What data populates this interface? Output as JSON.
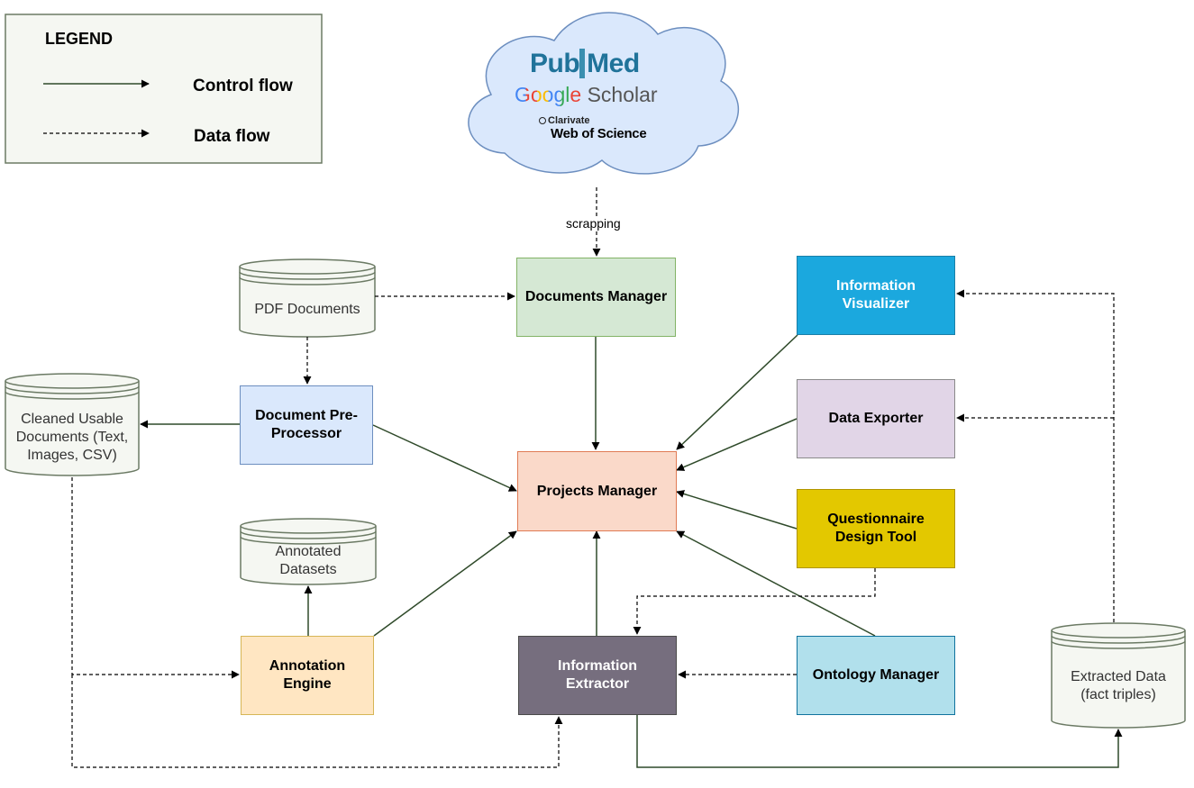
{
  "legend": {
    "title": "LEGEND",
    "control_flow": "Control flow",
    "data_flow": "Data flow"
  },
  "sources": {
    "pubmed_part1": "Pub",
    "pubmed_part2": "Med",
    "google_scholar_google": "Google",
    "google_scholar_scholar": "Scholar",
    "clarivate": "Clarivate",
    "web_of_science": "Web of Science"
  },
  "edge_labels": {
    "scrapping": "scrapping"
  },
  "nodes": {
    "documents_manager": "Documents Manager",
    "projects_manager": "Projects Manager",
    "document_preprocessor": "Document Pre-Processor",
    "annotation_engine": "Annotation Engine",
    "information_extractor": "Information Extractor",
    "information_visualizer": "Information Visualizer",
    "data_exporter": "Data Exporter",
    "questionnaire_design_tool": "Questionnaire Design Tool",
    "ontology_manager": "Ontology Manager"
  },
  "datastores": {
    "pdf_documents": "PDF Documents",
    "cleaned_documents": "Cleaned Usable Documents (Text, Images, CSV)",
    "annotated_datasets": "Annotated Datasets",
    "extracted_data": "Extracted Data (fact triples)"
  },
  "colors": {
    "documents_manager": "#d5e8d4",
    "projects_manager": "#fad9c9",
    "document_preprocessor": "#dae8fc",
    "annotation_engine": "#ffe6c2",
    "information_extractor": "#766e7e",
    "information_visualizer": "#1ba8de",
    "data_exporter": "#e1d5e7",
    "questionnaire_design_tool": "#e3c800",
    "ontology_manager": "#b1e0ec",
    "cloud": "#dae8fc",
    "datastore": "#f5f7f2"
  }
}
